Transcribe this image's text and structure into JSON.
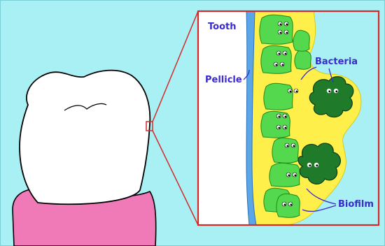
{
  "labels": {
    "tooth": "Tooth",
    "pellicle": "Pellicle",
    "bacteria": "Bacteria",
    "biofilm": "Biofilm"
  },
  "colors": {
    "background": "#a8f0f4",
    "gum": "#f07ab8",
    "inset_border": "#d42a2a",
    "pellicle": "#5aa6e6",
    "biofilm": "#ffef4a",
    "bacteria_light": "#54d84e",
    "bacteria_dark": "#1f7a2a",
    "label_text": "#3a2ad0"
  }
}
